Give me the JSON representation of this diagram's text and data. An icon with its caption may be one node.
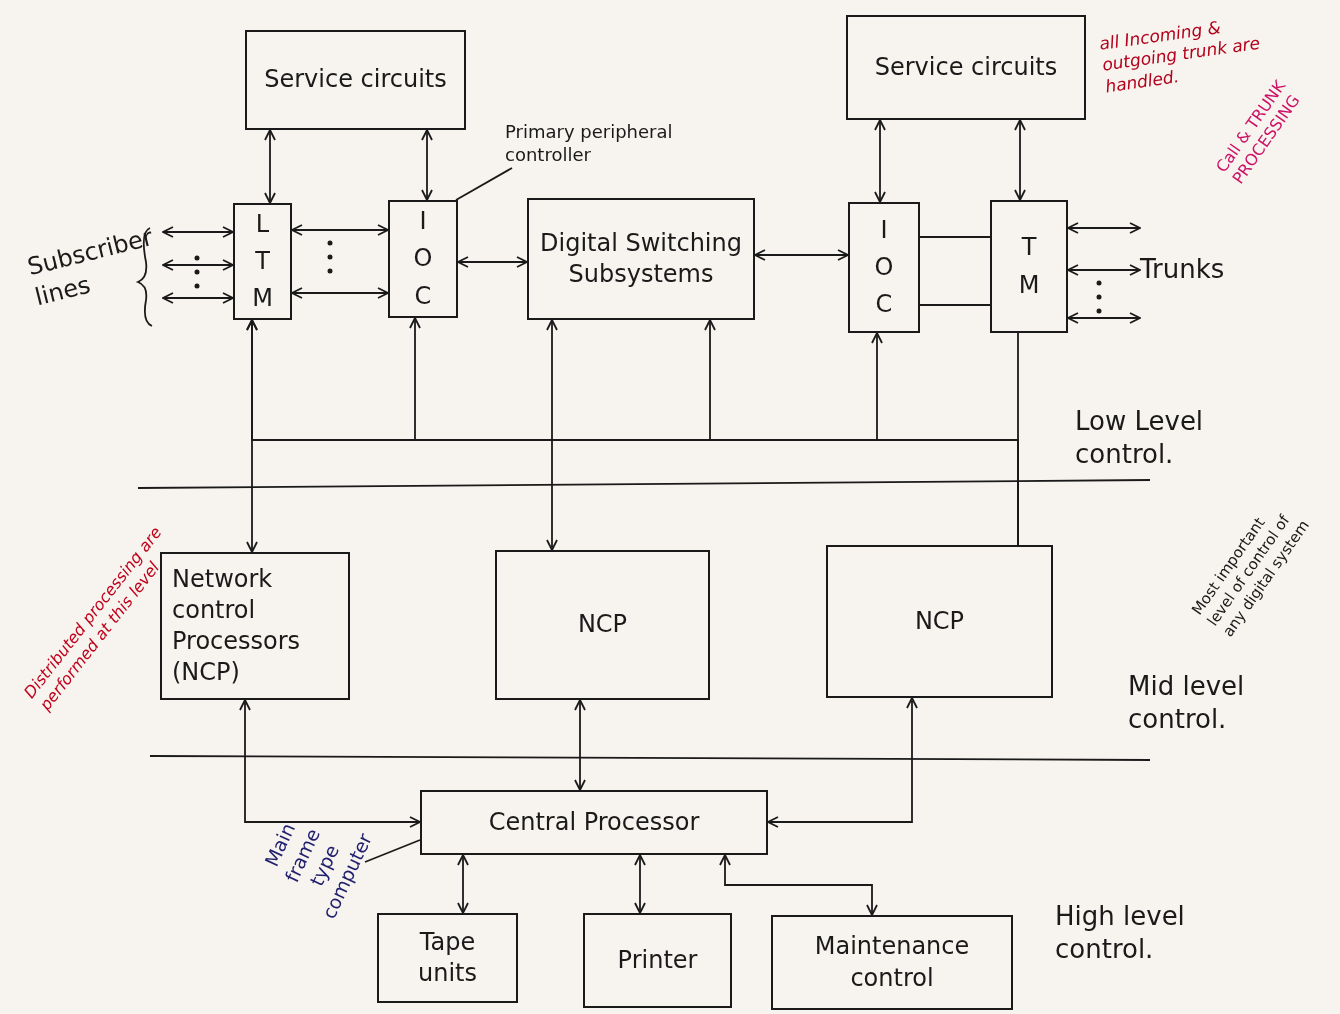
{
  "diagram": {
    "nodes": [
      {
        "text": [
          "Service circuits"
        ]
      },
      {
        "text": [
          "Service circuits"
        ]
      },
      {
        "text": [
          "L T M"
        ]
      },
      {
        "text": [
          "I O C"
        ]
      },
      {
        "text": [
          "Digital Switching Subsystems"
        ]
      },
      {
        "text": [
          "I O C"
        ]
      },
      {
        "text": [
          "T M"
        ]
      },
      {
        "text": [
          "Primary peripheral controller"
        ]
      },
      {
        "text": [
          "Network control Processors (NCP)"
        ]
      },
      {
        "text": [
          "NCP"
        ]
      },
      {
        "text": [
          "NCP"
        ]
      },
      {
        "text": [
          "Central Processor"
        ]
      },
      {
        "text": [
          "Tape units"
        ]
      },
      {
        "text": [
          "Printer"
        ]
      },
      {
        "text": [
          "Maintenance control"
        ]
      },
      {
        "text": [
          "Main frame type computer"
        ]
      },
      {
        "text": [
          "Subscriber lines"
        ]
      },
      {
        "text": [
          "Trunks"
        ]
      }
    ],
    "edges": [
      {
        "from": 0,
        "to": 2,
        "arrow": "both"
      },
      {
        "from": 0,
        "to": 3,
        "arrow": "both"
      },
      {
        "from": 1,
        "to": 5,
        "arrow": "both"
      },
      {
        "from": 1,
        "to": 6,
        "arrow": "both"
      },
      {
        "from": 16,
        "to": 2,
        "arrow": "both"
      },
      {
        "from": 16,
        "to": 2,
        "arrow": "both"
      },
      {
        "from": 16,
        "to": 2,
        "arrow": "both"
      },
      {
        "from": 2,
        "to": 3,
        "arrow": "both"
      },
      {
        "from": 2,
        "to": 3,
        "arrow": "both"
      },
      {
        "from": 3,
        "to": 4,
        "arrow": "both"
      },
      {
        "from": 4,
        "to": 5,
        "arrow": "both"
      },
      {
        "from": 5,
        "to": 6,
        "arrow": "none"
      },
      {
        "from": 5,
        "to": 6,
        "arrow": "none"
      },
      {
        "from": 6,
        "to": 17,
        "arrow": "both"
      },
      {
        "from": 6,
        "to": 17,
        "arrow": "both"
      },
      {
        "from": 6,
        "to": 17,
        "arrow": "both"
      },
      {
        "from": 8,
        "to": 2,
        "arrow": "both"
      },
      {
        "from": 10,
        "to": 3,
        "arrow": "to"
      },
      {
        "from": 10,
        "to": 4,
        "arrow": "to"
      },
      {
        "from": 10,
        "to": 5,
        "arrow": "to"
      },
      {
        "from": 10,
        "to": 6,
        "arrow": "none"
      },
      {
        "from": 10,
        "to": 2,
        "arrow": "to"
      },
      {
        "from": 4,
        "to": 9,
        "arrow": "both"
      },
      {
        "from": 8,
        "to": 11,
        "arrow": "both"
      },
      {
        "from": 9,
        "to": 11,
        "arrow": "both"
      },
      {
        "from": 10,
        "to": 11,
        "arrow": "both"
      },
      {
        "from": 11,
        "to": 12,
        "arrow": "both"
      },
      {
        "from": 11,
        "to": 13,
        "arrow": "both"
      },
      {
        "from": 11,
        "to": 14,
        "arrow": "both"
      },
      {
        "from": 7,
        "to": 3,
        "arrow": "none"
      },
      {
        "from": 15,
        "to": 11,
        "arrow": "none"
      }
    ],
    "labels": [
      "all Incoming & outgoing trunk are handled.",
      "Call & TRUNK PROCESSING",
      "Low Level control.",
      "Distributed processing are performed at this level",
      "Most important level of control of any digital system",
      "Mid level control.",
      "High level control."
    ]
  }
}
